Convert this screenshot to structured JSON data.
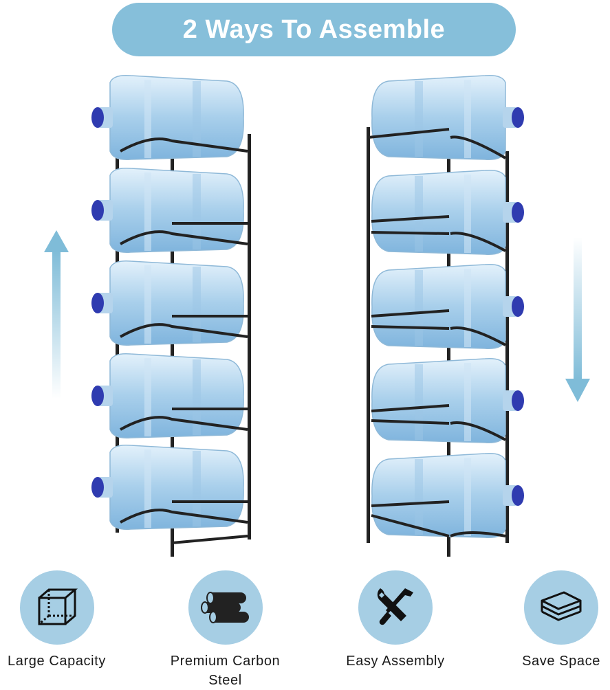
{
  "header": {
    "title": "2 Ways To Assemble"
  },
  "features": [
    {
      "label": "Large Capacity",
      "icon": "cube-icon"
    },
    {
      "label": "Premium Carbon Steel",
      "icon": "steel-tubes-icon"
    },
    {
      "label": "Easy Assembly",
      "icon": "wrench-screwdriver-icon"
    },
    {
      "label": "Save Space",
      "icon": "stacked-layers-icon"
    }
  ],
  "colors": {
    "accent": "#86bfda",
    "icon_circle": "#a6cee4",
    "arrow": "#7fbcd8",
    "rack": "#222222",
    "bottle": "#b9d9ef",
    "cap": "#2f3bb0"
  }
}
